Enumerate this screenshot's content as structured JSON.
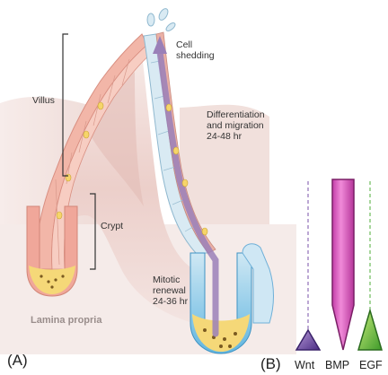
{
  "panel_a": {
    "label": "(A)",
    "villus_label": "Villus",
    "crypt_label": "Crypt",
    "cell_shedding_label": "Cell\nshedding",
    "differentiation_label": "Differentiation\nand migration\n24-48 hr",
    "mitotic_label": "Mitotic\nrenewal\n24-36 hr",
    "lamina_label": "Lamina propria"
  },
  "panel_b": {
    "label": "(B)",
    "gradients": [
      {
        "name": "Wnt",
        "color": "#7a50a8"
      },
      {
        "name": "BMP",
        "color": "#d04fb8"
      },
      {
        "name": "EGF",
        "color": "#4fae3a"
      }
    ]
  },
  "colors": {
    "tissue": "#ead3cf",
    "epithelium": "#efb1a4",
    "crypt_cells": "#7fc4e6",
    "arrow": "#9a80b8"
  }
}
